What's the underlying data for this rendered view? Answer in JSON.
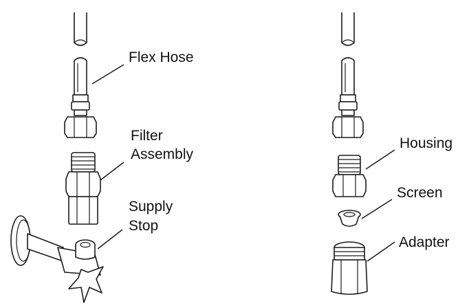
{
  "left_assembly": {
    "flex_hose": "Flex Hose",
    "filter_line1": "Filter",
    "filter_line2": "Assembly",
    "supply_line1": "Supply",
    "supply_line2": "Stop"
  },
  "right_assembly": {
    "housing": "Housing",
    "screen": "Screen",
    "adapter": "Adapter"
  }
}
